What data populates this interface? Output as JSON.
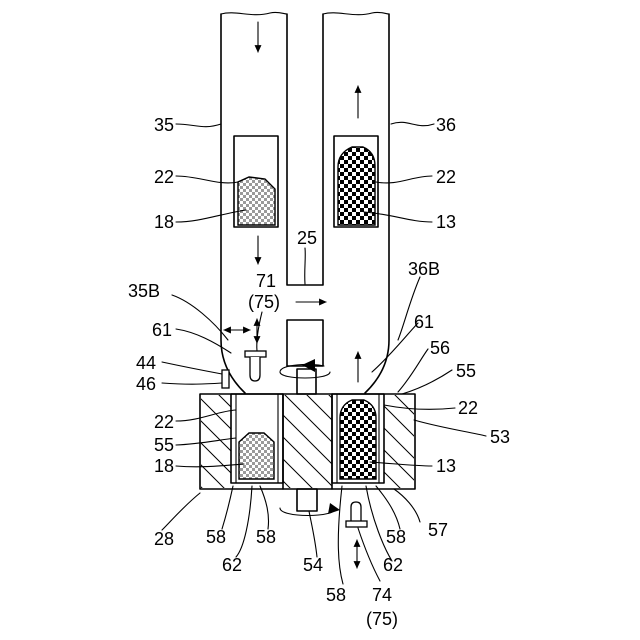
{
  "labels": {
    "l35": "35",
    "l36": "36",
    "l22a": "22",
    "l22b": "22",
    "l18a": "18",
    "l13a": "13",
    "l25": "25",
    "l71": "71",
    "l75a": "(75)",
    "l36B": "36B",
    "l35B": "35B",
    "l61a": "61",
    "l61b": "61",
    "l56": "56",
    "l44": "44",
    "l46": "46",
    "l55a": "55",
    "l22c": "22",
    "l22d": "22",
    "l53": "53",
    "l55b": "55",
    "l18b": "18",
    "l13b": "13",
    "l28": "28",
    "l58a": "58",
    "l58b": "58",
    "l58c": "58",
    "l58d": "58",
    "l57": "57",
    "l62a": "62",
    "l62b": "62",
    "l54": "54",
    "l74": "74",
    "l75b": "(75)"
  }
}
